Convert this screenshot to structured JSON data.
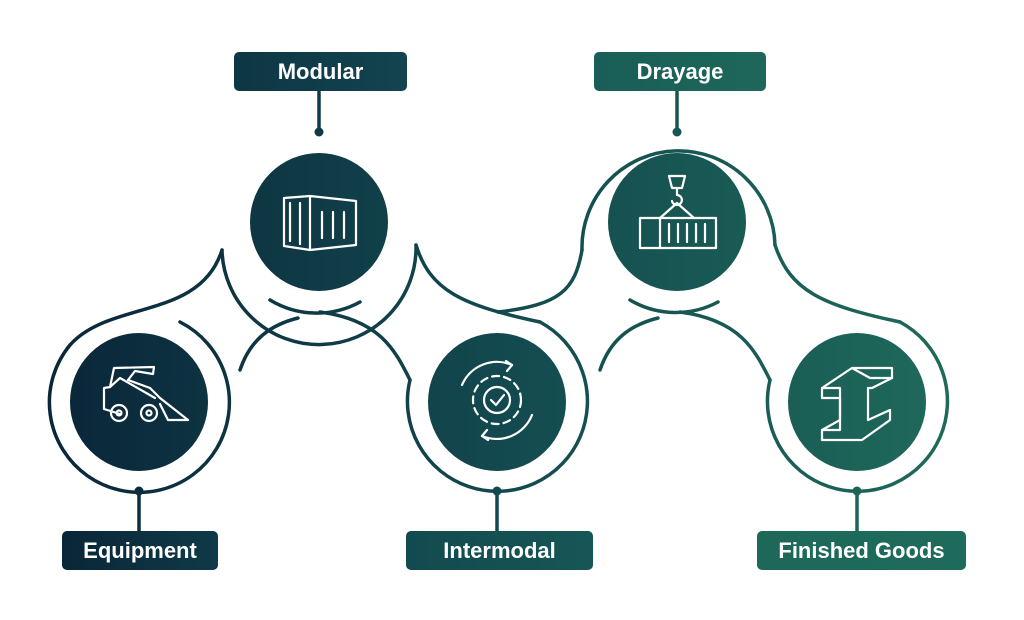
{
  "colors": {
    "start": "#0a2639",
    "end": "#1f6b5b"
  },
  "stages": [
    {
      "label": "Equipment",
      "icon": "skid-steer-loader-icon"
    },
    {
      "label": "Modular",
      "icon": "shipping-container-icon"
    },
    {
      "label": "Intermodal",
      "icon": "gear-cycle-check-icon"
    },
    {
      "label": "Drayage",
      "icon": "crane-hook-container-icon"
    },
    {
      "label": "Finished Goods",
      "icon": "steel-i-beam-icon"
    }
  ]
}
